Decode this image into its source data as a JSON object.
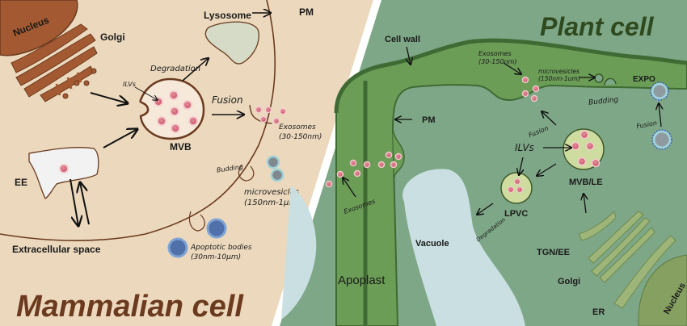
{
  "colors": {
    "mammalian_bg": "#ecd9bd",
    "plant_bg": "#7ea787",
    "cell_wall": "#6b9d57",
    "cell_wall_dark": "#3f6a33",
    "vacuole": "#c9dfe1",
    "vesicle_pink": "#d9707e",
    "mvb_fill": "#f6e9d9",
    "brown": "#6b3a1f",
    "organelle_brown": "#a35a32",
    "apoptotic_blue": "#4f70a8",
    "plant_mvb": "#cfdca0"
  },
  "mammalian": {
    "title": "Mammalian cell",
    "labels": {
      "nucleus": "Nucleus",
      "golgi": "Golgi",
      "lysosome": "Lysosome",
      "pm": "PM",
      "degradation": "Degradation",
      "ilvs": "ILVs",
      "fusion": "Fusion",
      "mvb": "MVB",
      "exosomes": "Exosomes",
      "exosomes_size": "(30-150nm)",
      "budding": "Budding",
      "microvesicles": "microvesicles",
      "microvesicles_size": "(150nm-1μm)",
      "ee": "EE",
      "extracellular": "Extracellular space",
      "apoptotic": "Apoptotic bodies",
      "apoptotic_size": "(30nm-10μm)"
    }
  },
  "plant": {
    "title": "Plant cell",
    "labels": {
      "cell_wall": "Cell wall",
      "exosomes": "Exosomes",
      "exosomes_size": "(30-150nm)",
      "microvesicles": "microvesicles",
      "microvesicles_size": "(150nm-1um)",
      "expo": "EXPO",
      "budding": "Budding",
      "pm": "PM",
      "fusion_left": "Fusion",
      "fusion_right": "Fusion",
      "ilvs": "ILVs",
      "mvb_le": "MVB/LE",
      "lpvc": "LPVC",
      "degradation": "Degradation",
      "exosomes_lower": "Exosomes",
      "vacuole": "Vacuole",
      "apoplast": "Apoplast",
      "tgn_ee": "TGN/EE",
      "golgi": "Golgi",
      "er": "ER",
      "nucleus": "Nucleus"
    }
  }
}
